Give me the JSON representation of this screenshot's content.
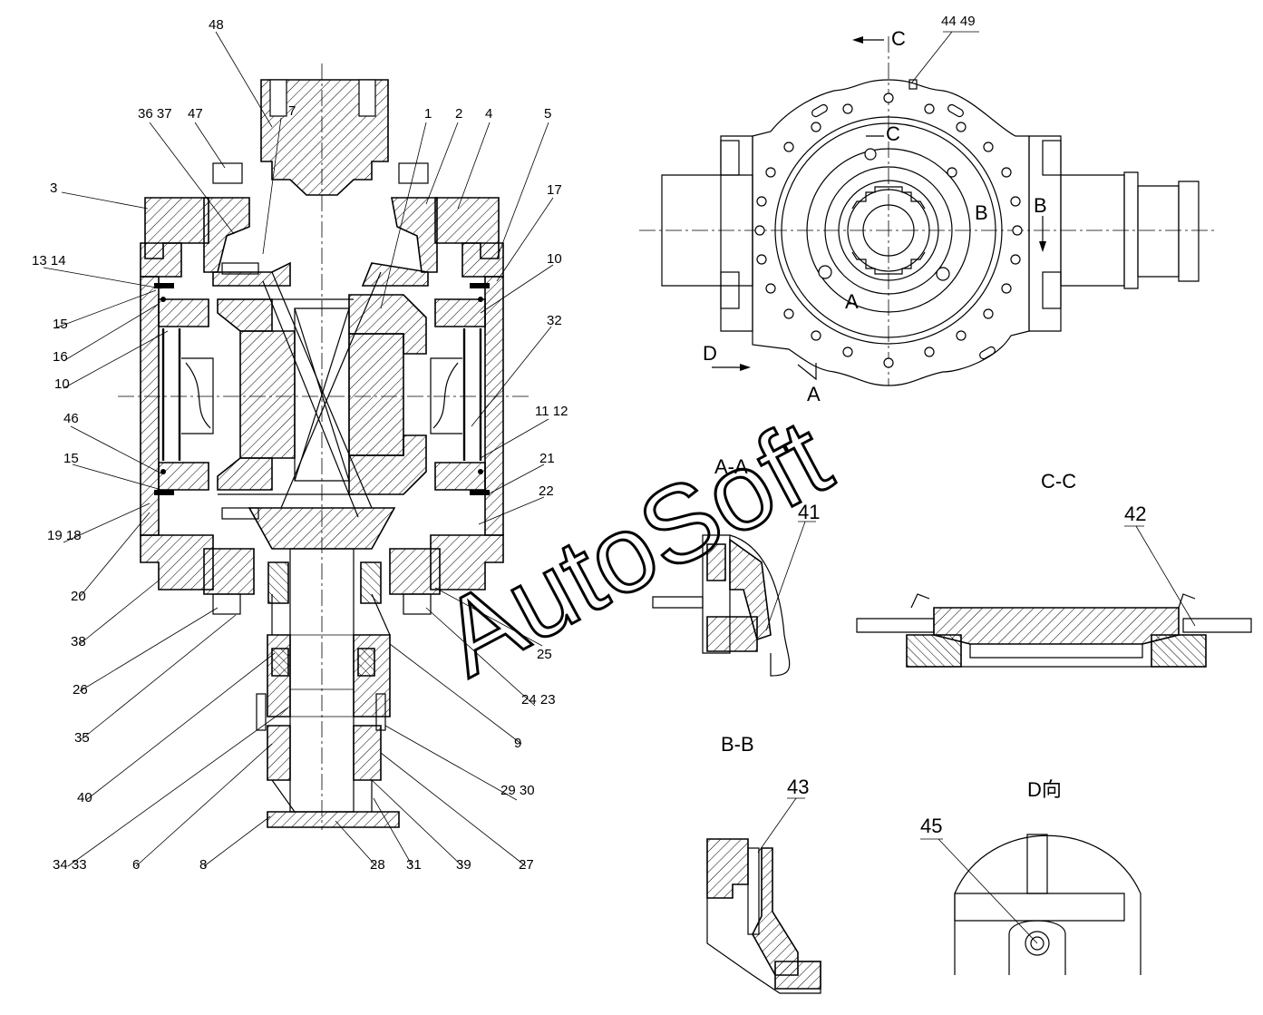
{
  "watermark": "AutoSoft",
  "section_titles": {
    "aa": "A-A",
    "cc": "C-C",
    "bb": "B-B",
    "d": "D向"
  },
  "view_markers": {
    "c_top": "C",
    "c_inner": "C",
    "b_right": "B",
    "b_inner": "B",
    "a_bottom": "A",
    "a_inner": "A",
    "d_arrow": "D"
  },
  "callouts": {
    "n48": "48",
    "n7": "7",
    "n1": "1",
    "n2": "2",
    "n4": "4",
    "n5": "5",
    "n36_37": "36 37",
    "n47": "47",
    "n3": "3",
    "n17": "17",
    "n13_14": "13 14",
    "n10a": "10",
    "n15a": "15",
    "n16": "16",
    "n10b": "10",
    "n32": "32",
    "n46": "46",
    "n11_12": "11 12",
    "n15b": "15",
    "n21": "21",
    "n22": "22",
    "n19_18": "19 18",
    "n20": "20",
    "n38": "38",
    "n25": "25",
    "n26": "26",
    "n24_23": "24 23",
    "n35": "35",
    "n9": "9",
    "n29_30": "29 30",
    "n40": "40",
    "n34_33": "34 33",
    "n6": "6",
    "n8": "8",
    "n28": "28",
    "n31": "31",
    "n39": "39",
    "n27": "27",
    "n44_49": "44 49",
    "n41": "41",
    "n42": "42",
    "n43": "43",
    "n45": "45"
  }
}
